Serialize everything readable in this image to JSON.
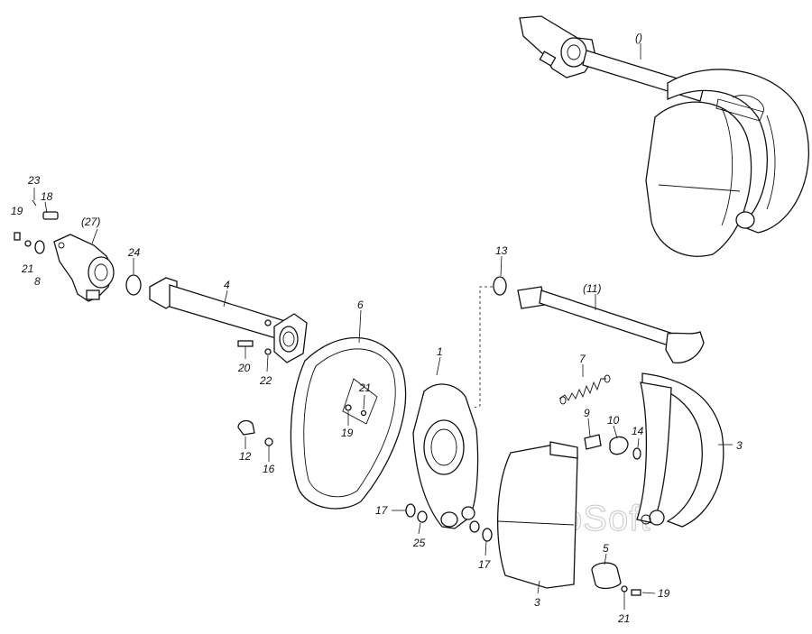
{
  "watermark": "AutoSoft",
  "callouts": {
    "c_top": "()",
    "c23": "23",
    "c18": "18",
    "c19a": "19",
    "c27": "(27)",
    "c21a": "21",
    "c8": "8",
    "c24": "24",
    "c4": "4",
    "c20": "20",
    "c22": "22",
    "c6": "6",
    "c21b": "21",
    "c19b": "19",
    "c12": "12",
    "c16": "16",
    "c13": "13",
    "c11": "(11)",
    "c1": "1",
    "c7": "7",
    "c9": "9",
    "c10": "10",
    "c14": "14",
    "c3a": "3",
    "c17a": "17",
    "c25": "25",
    "c17b": "17",
    "c3b": "3",
    "c5": "5",
    "c19c": "19",
    "c21c": "21"
  }
}
